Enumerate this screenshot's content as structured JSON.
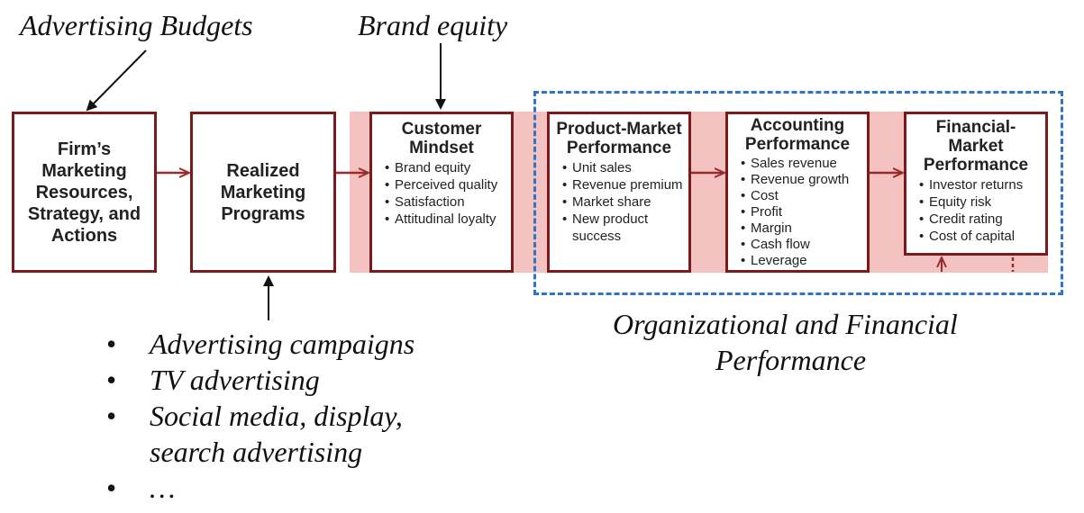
{
  "annotations": {
    "advertising_budgets": "Advertising Budgets",
    "brand_equity": "Brand equity",
    "org_financial_line1": "Organizational and Financial",
    "org_financial_line2": "Performance"
  },
  "boxes": {
    "firm": {
      "title": "Firm’s Marketing Resources, Strategy, and Actions"
    },
    "realized": {
      "title": "Realized Marketing Programs"
    },
    "customer": {
      "title": "Customer Mindset",
      "items": [
        "Brand equity",
        "Perceived quality",
        "Satisfaction",
        "Attitudinal loyalty"
      ]
    },
    "product_market": {
      "title": "Product-Market Performance",
      "items": [
        "Unit sales",
        "Revenue premium",
        "Market share",
        "New product success"
      ]
    },
    "accounting": {
      "title": "Accounting Performance",
      "items": [
        "Sales revenue",
        "Revenue growth",
        "Cost",
        "Profit",
        "Margin",
        "Cash flow",
        "Leverage"
      ]
    },
    "financial_market": {
      "title": "Financial-Market Performance",
      "items": [
        "Investor returns",
        "Equity risk",
        "Credit rating",
        "Cost of capital"
      ]
    }
  },
  "programs_list": [
    "Advertising campaigns",
    "TV advertising",
    "Social media, display, search advertising",
    "…"
  ],
  "colors": {
    "box_border": "#7a1b1b",
    "arrow": "#9b2b2b",
    "band": "#f5c2c2",
    "dashed_frame": "#2e75c8"
  }
}
